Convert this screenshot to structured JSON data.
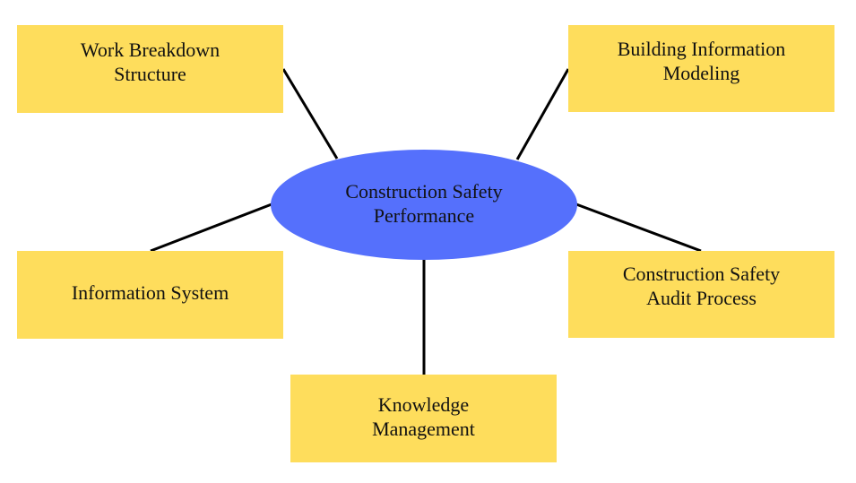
{
  "diagram": {
    "type": "hub-and-spoke",
    "colors": {
      "node_fill": "#fedd5c",
      "center_fill": "#5570fc",
      "line": "#000000",
      "text": "#111111"
    },
    "center": {
      "label": "Construction Safety\nPerformance"
    },
    "nodes": [
      {
        "id": "wbs",
        "label": "Work Breakdown\nStructure"
      },
      {
        "id": "bim",
        "label": "Building Information\nModeling"
      },
      {
        "id": "info",
        "label": "Information System"
      },
      {
        "id": "audit",
        "label": "Construction Safety\nAudit Process"
      },
      {
        "id": "km",
        "label": "Knowledge\nManagement"
      }
    ],
    "edges": [
      {
        "from": "center",
        "to": "wbs"
      },
      {
        "from": "center",
        "to": "bim"
      },
      {
        "from": "center",
        "to": "info"
      },
      {
        "from": "center",
        "to": "audit"
      },
      {
        "from": "center",
        "to": "km"
      }
    ]
  }
}
